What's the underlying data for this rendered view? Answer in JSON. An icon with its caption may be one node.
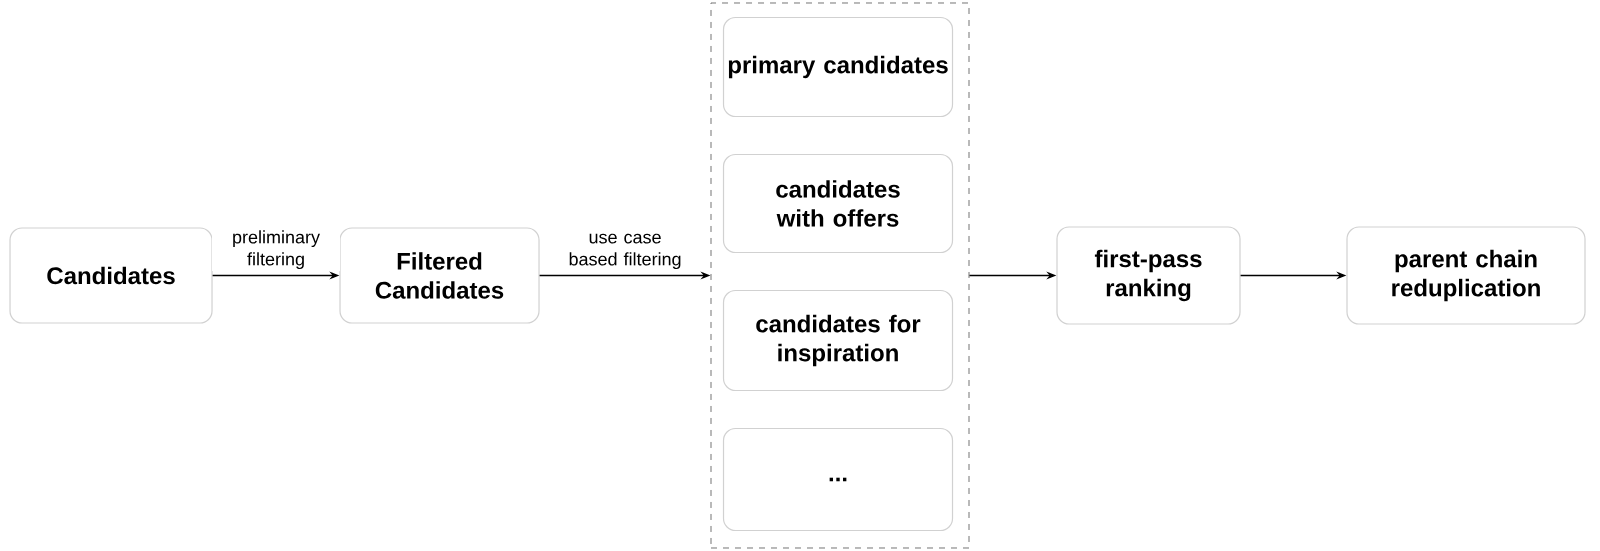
{
  "diagram": {
    "nodes": [
      {
        "text": [
          "Candidates"
        ]
      },
      {
        "text": [
          "Filtered Candidates"
        ]
      },
      {
        "text": [],
        "shape": "box"
      },
      {
        "text": [
          "primary candidates"
        ],
        "in": 2
      },
      {
        "text": [
          "candidates with offers"
        ],
        "in": 2
      },
      {
        "text": [
          "candidates for inspiration"
        ],
        "in": 2
      },
      {
        "text": [
          "..."
        ],
        "in": 2
      },
      {
        "text": [
          "first-pass ranking"
        ]
      },
      {
        "text": [
          "parent chain reduplication"
        ]
      }
    ],
    "edges": [
      {
        "from": 0,
        "to": 1,
        "arrow": "to",
        "label": "preliminary filtering"
      },
      {
        "from": 1,
        "to": 2,
        "arrow": "to",
        "label": "use case based filtering"
      },
      {
        "from": 2,
        "to": 7,
        "arrow": "to"
      },
      {
        "from": 7,
        "to": 8,
        "arrow": "to"
      }
    ]
  }
}
